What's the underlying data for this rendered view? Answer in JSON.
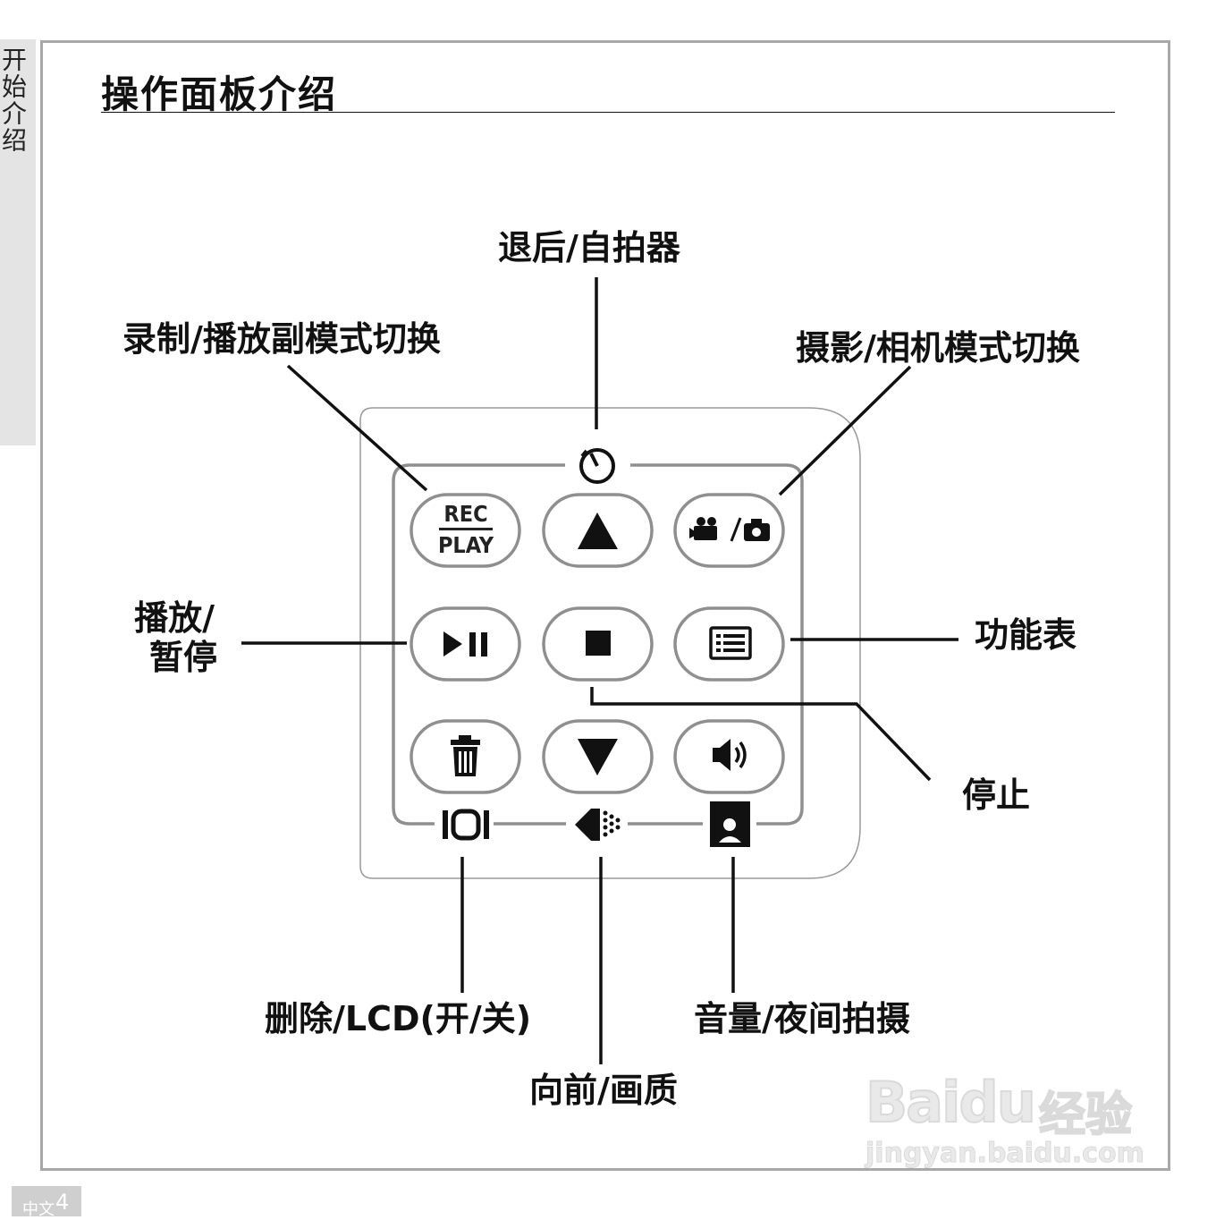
{
  "side_tab": {
    "label": "开始介绍"
  },
  "page": {
    "title": "操作面板介绍",
    "page_lang": "中文",
    "page_number": "4"
  },
  "labels": {
    "rec_play_switch": "录制/播放副模式切换",
    "back_self_timer": "退后/自拍器",
    "video_camera_switch": "摄影/相机模式切换",
    "play_pause_line1": "播放/",
    "play_pause_line2": "暂停",
    "menu": "功能表",
    "stop": "停止",
    "delete_lcd": "删除/LCD(开/关)",
    "forward_quality": "向前/画质",
    "volume_night": "音量/夜间拍摄"
  },
  "buttons": {
    "rec_top": "REC",
    "rec_bottom": "PLAY"
  },
  "icons": {
    "rec_play": "rec-play-icon",
    "up": "triangle-up-icon",
    "mode": "video-camera-photo-icon",
    "play_pause": "play-pause-icon",
    "stop": "stop-square-icon",
    "menu": "menu-list-icon",
    "delete": "trash-icon",
    "down": "triangle-down-icon",
    "volume": "speaker-icon",
    "timer": "self-timer-icon",
    "lcd": "lcd-toggle-icon",
    "quality": "quality-icon",
    "night": "night-portrait-icon"
  },
  "watermark": {
    "brand": "Baidu",
    "cn": "经验",
    "url": "jingyan.baidu.com"
  }
}
